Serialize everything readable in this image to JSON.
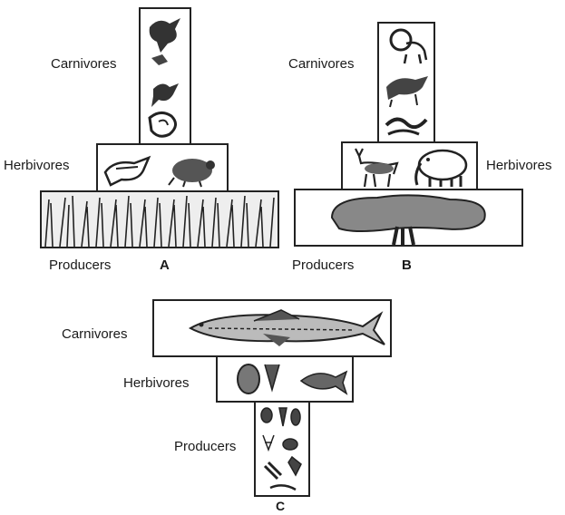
{
  "pyramid_a": {
    "tag": "A",
    "levels": {
      "carnivores": "Carnivores",
      "herbivores": "Herbivores",
      "producers": "Producers"
    }
  },
  "pyramid_b": {
    "tag": "B",
    "levels": {
      "carnivores": "Carnivores",
      "herbivores": "Herbivores",
      "producers": "Producers"
    }
  },
  "pyramid_c": {
    "tag": "C",
    "levels": {
      "carnivores": "Carnivores",
      "herbivores": "Herbivores",
      "producers": "Producers"
    }
  }
}
